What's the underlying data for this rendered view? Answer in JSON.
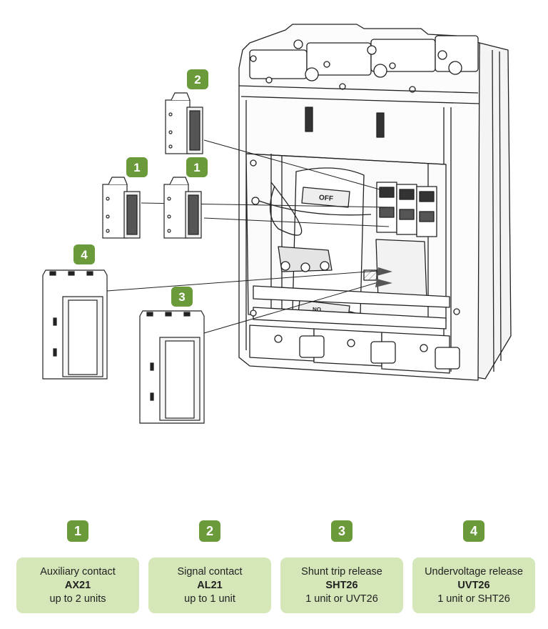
{
  "colors": {
    "badge": "#6a9a3a",
    "card": "#d5e6b8",
    "line": "#222222"
  },
  "diagram_labels": [
    "2",
    "1",
    "1",
    "4",
    "3"
  ],
  "drawing_text": {
    "off": "OFF",
    "on": "ON"
  },
  "items": [
    {
      "number": "1",
      "name": "Auxiliary contact",
      "code": "AX21",
      "qty": "up to 2 units"
    },
    {
      "number": "2",
      "name": "Signal contact",
      "code": "AL21",
      "qty": "up to 1 unit"
    },
    {
      "number": "3",
      "name": "Shunt trip release",
      "code": "SHT26",
      "qty": "1 unit or UVT26"
    },
    {
      "number": "4",
      "name": "Undervoltage release",
      "code": "UVT26",
      "qty": "1 unit or SHT26"
    }
  ]
}
